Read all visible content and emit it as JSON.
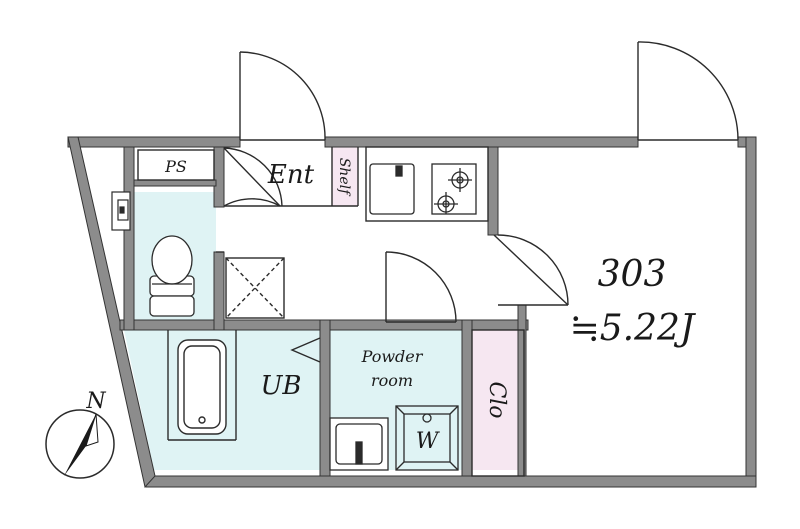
{
  "labels": {
    "ps": "PS",
    "ent": "Ent",
    "shelf": "Shelf",
    "room_number": "303",
    "room_area": "≒5.22J",
    "ub": "UB",
    "powder_room_line1": "Powder",
    "powder_room_line2": "room",
    "w": "W",
    "clo": "Clo",
    "north": "N"
  },
  "colors": {
    "wall": "#8c8c8c",
    "wall_outline": "#333333",
    "wet_area": "#dff3f4",
    "storage": "#f6e7f1",
    "line": "#2b2b2b"
  },
  "icons": [
    "toilet-icon",
    "bathtub-icon",
    "sink-icon",
    "stove-icon",
    "washer-icon",
    "compass-icon",
    "door-icon"
  ]
}
